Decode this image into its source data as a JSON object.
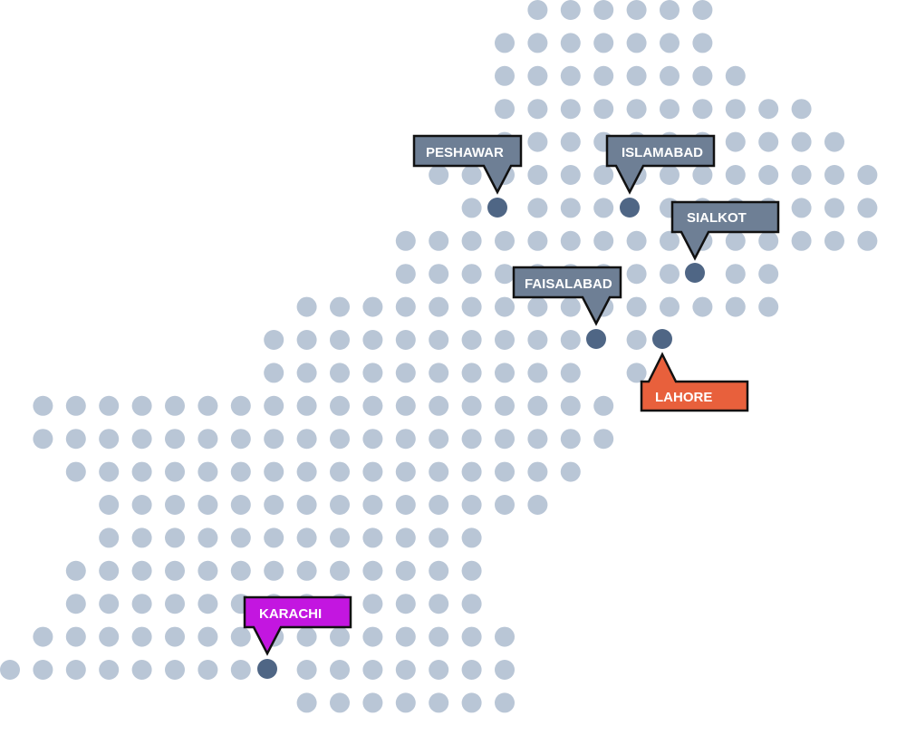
{
  "map": {
    "dot_color": "#b9c6d6",
    "city_dot_color": "#4f6685",
    "cities": [
      {
        "name": "PESHAWAR",
        "color": "#6e7f95"
      },
      {
        "name": "ISLAMABAD",
        "color": "#6e7f95"
      },
      {
        "name": "SIALKOT",
        "color": "#6e7f95"
      },
      {
        "name": "FAISALABAD",
        "color": "#6e7f95"
      },
      {
        "name": "LAHORE",
        "color": "#e8603c"
      },
      {
        "name": "KARACHI",
        "color": "#c316e0"
      }
    ]
  }
}
